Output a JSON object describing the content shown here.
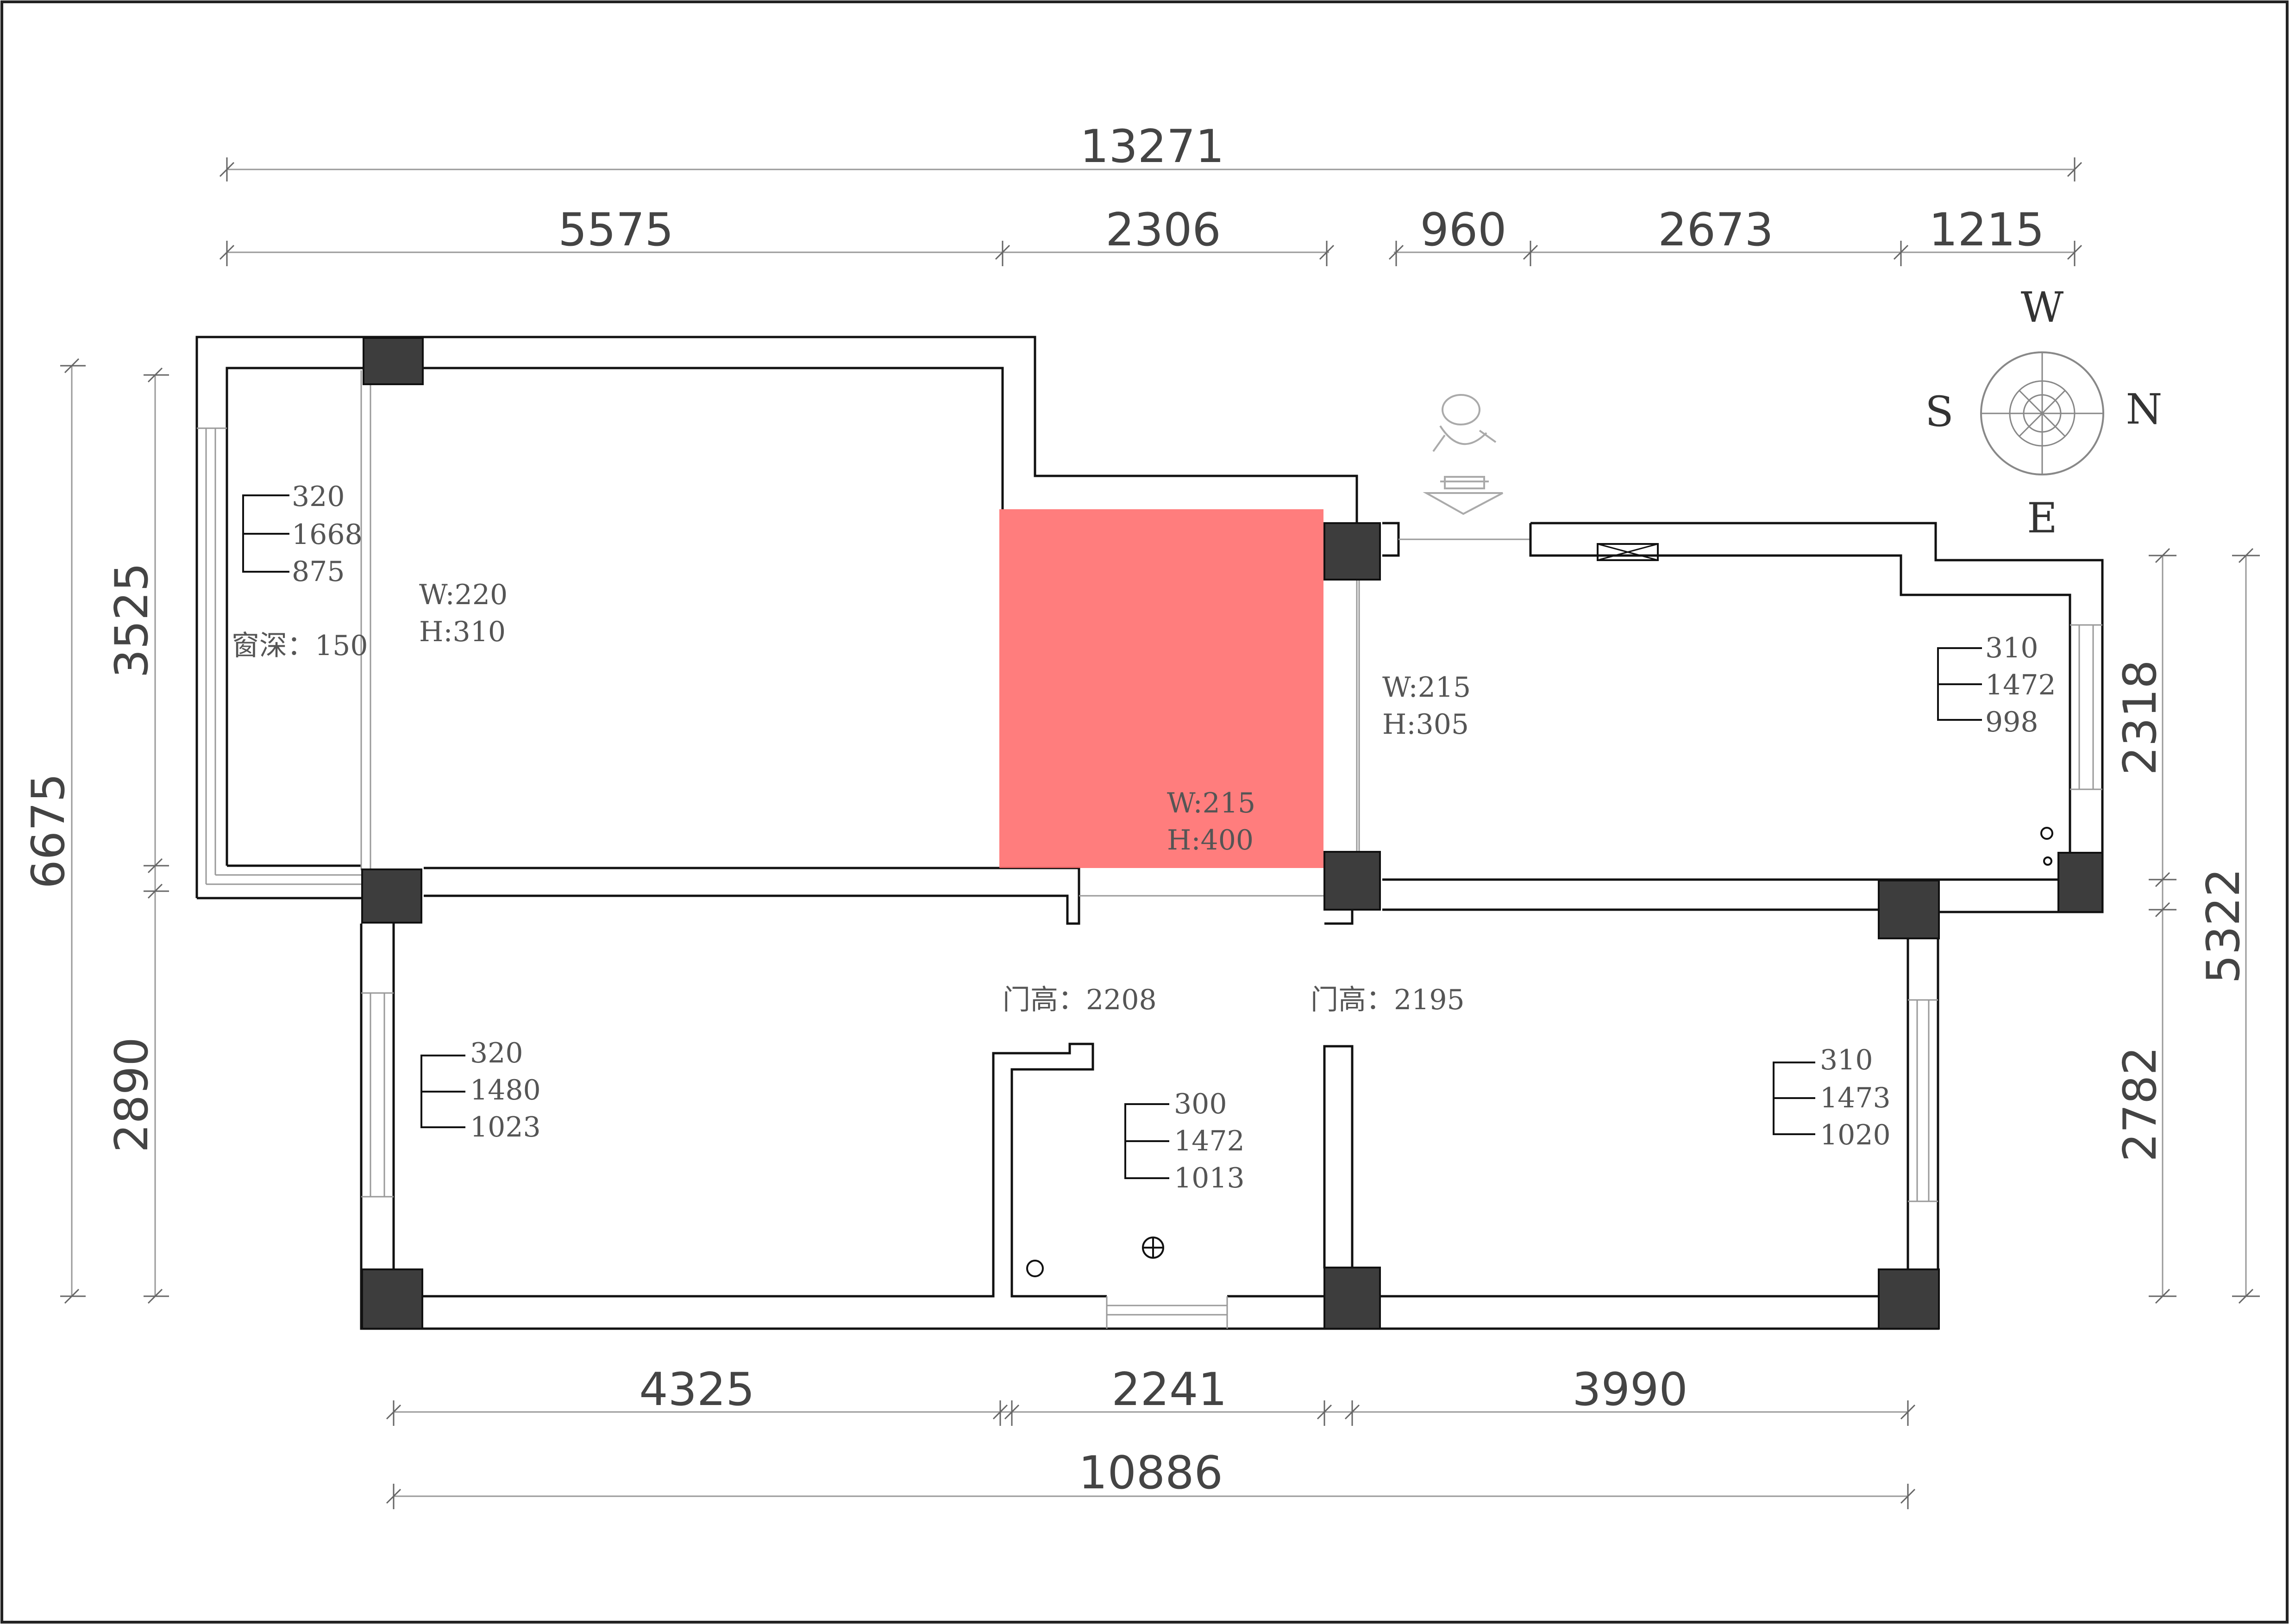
{
  "dimensions": {
    "top_total": "13271",
    "top_segments": [
      "5575",
      "2306",
      "960",
      "2673",
      "1215"
    ],
    "bottom_segments": [
      "4325",
      "2241",
      "3990"
    ],
    "bottom_total": "10886",
    "left_total": "6675",
    "left_segments": [
      "3525",
      "2890"
    ],
    "right_segments": [
      "2318",
      "2782"
    ],
    "right_total": "5322"
  },
  "compass": {
    "west": "W",
    "south": "S",
    "north": "N",
    "east": "E"
  },
  "windows": [
    {
      "v1": "320",
      "v2": "1668",
      "v3": "875"
    },
    {
      "v1": "310",
      "v2": "1472",
      "v3": "998"
    },
    {
      "v1": "320",
      "v2": "1480",
      "v3": "1023"
    },
    {
      "v1": "300",
      "v2": "1472",
      "v3": "1013"
    },
    {
      "v1": "310",
      "v2": "1473",
      "v3": "1020"
    }
  ],
  "labels": {
    "window_depth": "窗深：150",
    "opening_1_w": "W:220",
    "opening_1_h": "H:310",
    "opening_2_w": "W:215",
    "opening_2_h": "H:305",
    "opening_3_w": "W:215",
    "opening_3_h": "H:400",
    "door_height_1": "门高：2208",
    "door_height_2": "门高：2195"
  },
  "colors": {
    "highlight": "#ff6b6b",
    "column": "#3d3d3d"
  }
}
